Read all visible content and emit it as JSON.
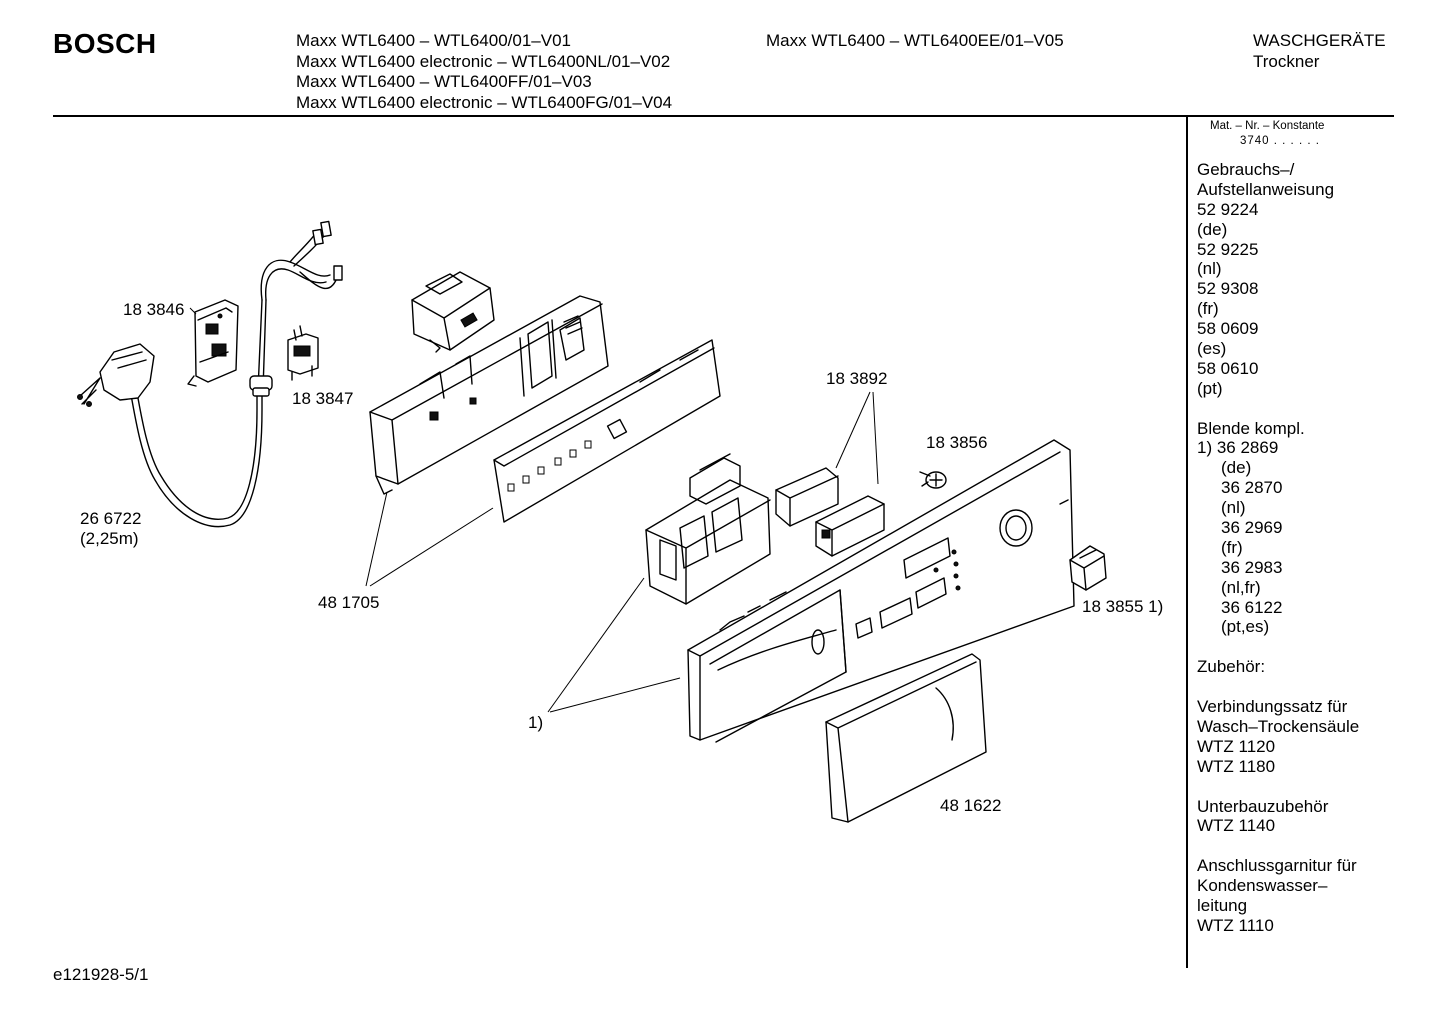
{
  "header": {
    "brand": "BOSCH",
    "models": [
      "Maxx WTL6400 –  WTL6400/01–V01",
      "Maxx WTL6400 electronic – WTL6400NL/01–V02",
      "Maxx WTL6400 – WTL6400FF/01–V03",
      "Maxx WTL6400 electronic – WTL6400FG/01–V04"
    ],
    "model_right": "Maxx WTL6400 – WTL6400EE/01–V05",
    "category": [
      "WASCHGERÄTE",
      "Trockner"
    ]
  },
  "sidebar": {
    "mat_label": "Mat. – Nr. – Konstante",
    "mat_value": "3740 . . . . . .",
    "lines": [
      "Gebrauchs–/",
      "Aufstellanweisung",
      "52 9224",
      "(de)",
      "52 9225",
      "(nl)",
      "52 9308",
      "(fr)",
      "58 0609",
      "(es)",
      "58 0610",
      "(pt)",
      "",
      "Blende kompl.",
      "1) 36 2869",
      "(de)",
      "36 2870",
      "(nl)",
      "36 2969",
      "(fr)",
      "36 2983",
      "(nl,fr)",
      "36 6122",
      "(pt,es)",
      "",
      "Zubehör:",
      "",
      "Verbindungssatz für",
      "Wasch–Trockensäule",
      "WTZ 1120",
      "WTZ 1180",
      "",
      "Unterbauzubehör",
      "WTZ 1140",
      "",
      "Anschlussgarnitur für",
      "Kondenswasser–",
      "leitung",
      "WTZ 1110"
    ]
  },
  "parts": {
    "p183846": "18 3846",
    "p183847": "18 3847",
    "p266722": "26 6722",
    "p266722_len": "(2,25m)",
    "p481705": "48 1705",
    "p183892": "18 3892",
    "p183856": "18 3856",
    "p183855": "18 3855 1)",
    "p_one": "1)",
    "p481622": "48 1622"
  },
  "footer": {
    "code": "e121928-5/1"
  }
}
